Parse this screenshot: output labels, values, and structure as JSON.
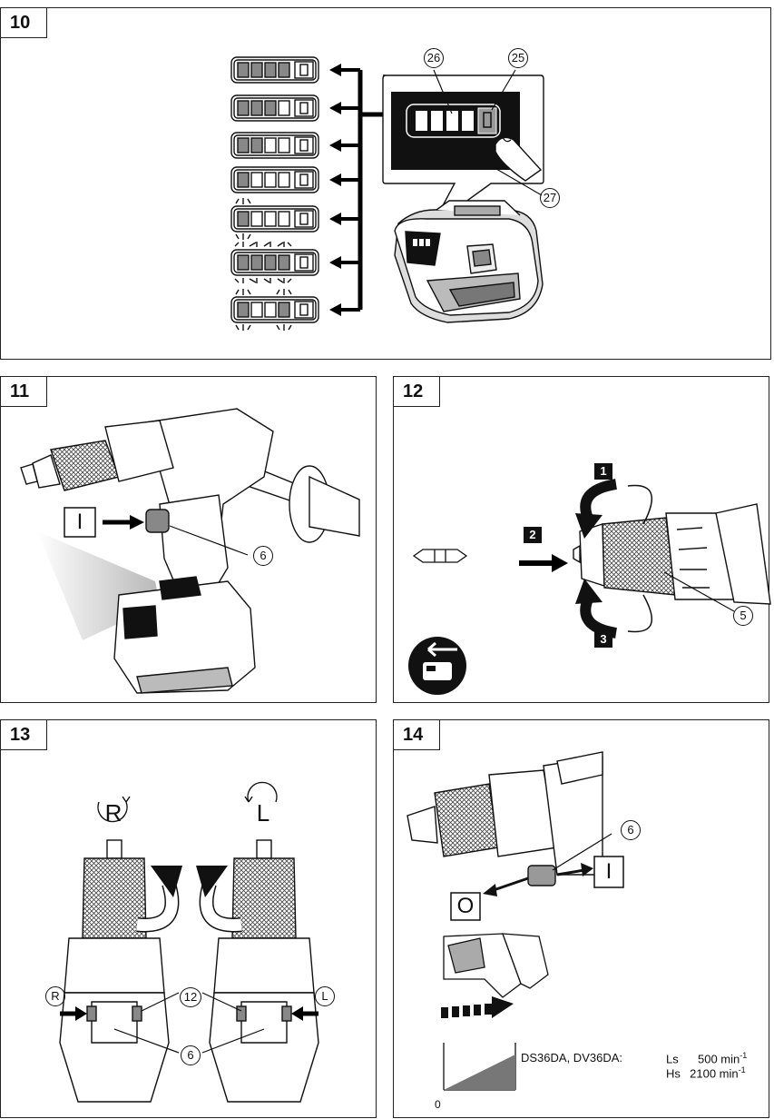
{
  "panels": {
    "p10": {
      "number": "10"
    },
    "p11": {
      "number": "11"
    },
    "p12": {
      "number": "12"
    },
    "p13": {
      "number": "13"
    },
    "p14": {
      "number": "14"
    }
  },
  "callouts": {
    "c25": "25",
    "c26": "26",
    "c27": "27",
    "c6": "6",
    "c5": "5",
    "c12": "12"
  },
  "symbols": {
    "switch_on": "I",
    "switch_off": "O",
    "rotation_right": "R",
    "rotation_left": "L"
  },
  "steps": [
    "1",
    "2",
    "3"
  ],
  "speed": {
    "models": "DS36DA, DV36DA:",
    "low_label": "Ls",
    "low_value": "500 min",
    "high_label": "Hs",
    "high_value": "2100 min",
    "unit_exp": "-1",
    "zero": "0"
  }
}
